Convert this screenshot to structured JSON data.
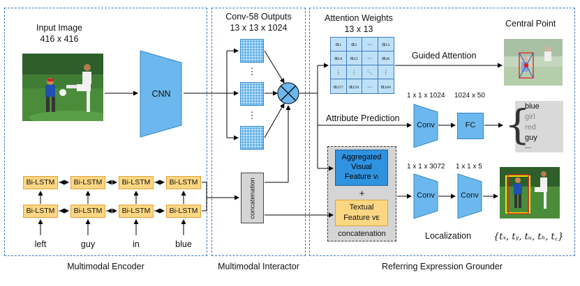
{
  "encoder": {
    "title": "Multimodal Encoder",
    "input_image_title": "Input Image",
    "input_image_size": "416 x 416",
    "cnn_label": "CNN",
    "lstm_label": "Bi-LSTM",
    "words": [
      "left",
      "guy",
      "in",
      "blue"
    ]
  },
  "interactor": {
    "title": "Multimodal Interactor",
    "conv_title": "Conv-58 Outputs",
    "conv_dims": "13 x 13 x 1024",
    "vdots": "⋮",
    "concat_label": "concatenation"
  },
  "grounder": {
    "title": "Referring Expression Grounder",
    "attention_title": "Attention Weights",
    "attention_dims": "13 x 13",
    "attention_cells": [
      [
        "α₁",
        "α₂",
        "⋯",
        "α₁₃"
      ],
      [
        "α₁₄",
        "α₁₅",
        "⋯",
        "α₂₆"
      ],
      [
        "⋮",
        "⋮",
        "⋱",
        "⋮"
      ],
      [
        "α₁₅₇",
        "α₁₅₈",
        "⋯",
        "α₁₆₉"
      ]
    ],
    "guided_attention": "Guided Attention",
    "central_point": "Central Point",
    "attribute_prediction": "Attribute Prediction",
    "conv_label": "Conv",
    "fc_label": "FC",
    "dim_1x1x1024": "1 x 1 x 1024",
    "dim_1024x50": "1024 x 50",
    "dim_1x1x3072": "1 x 1 x 3072",
    "dim_1x1x5": "1 x 1 x 5",
    "attributes": [
      "blue",
      "girl",
      "red",
      "guy",
      "..."
    ],
    "aggregated_visual": [
      "Aggregated",
      "Visual",
      "Feature vᵢ"
    ],
    "plus": "+",
    "textual_feature": [
      "Textual",
      "Feature vᴇ"
    ],
    "concat_label": "concatenation",
    "localization": "Localization",
    "output_tuple": "{tₓ, tᵧ, tᵤ, tₕ, t꜀}"
  },
  "colors": {
    "panel_border": "#3b78c2",
    "lstm_fill": "#fcd682",
    "conv_fill": "#6cb8ee",
    "attention_fill": "#bfe1f7",
    "visual_feature_fill": "#2f93e0",
    "textual_feature_fill": "#fcd682",
    "concat_box_fill": "#d5d5d5",
    "attr_box_fill": "#d9d9d9"
  }
}
